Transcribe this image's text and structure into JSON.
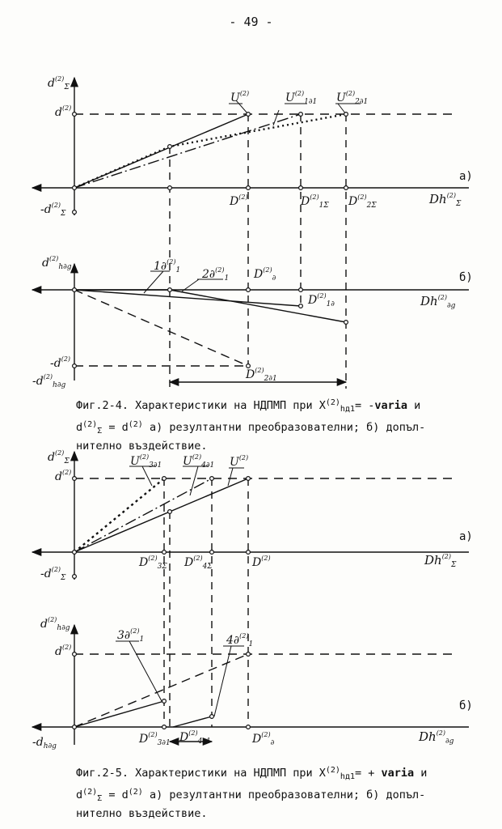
{
  "page_number": "- 49 -",
  "fig1": {
    "panel_a": {
      "tag": "а)",
      "y_axis": "d",
      "y_axis_sup": "(2)",
      "y_axis_sub": "Σ",
      "y_tick": "d",
      "y_tick_sup": "(2)",
      "y_neg": "-d",
      "y_neg_sup": "(2)",
      "y_neg_sub": "Σ",
      "x_axis": "Dh",
      "x_axis_sup": "(2)",
      "x_axis_sub": "Σ",
      "x_D": "D",
      "x_D_sup": "(2)",
      "x_D1": "D",
      "x_D1_sup": "(2)",
      "x_D1_sub": "1Σ",
      "x_D2": "D",
      "x_D2_sup": "(2)",
      "x_D2_sub": "2Σ",
      "line_U": "U",
      "line_U_sup": "(2)",
      "line_U1": "U",
      "line_U1_sup": "(2)",
      "line_U1_sub": "1∂1",
      "line_U2": "U",
      "line_U2_sup": "(2)",
      "line_U2_sub": "2∂1"
    },
    "panel_b": {
      "tag": "б)",
      "y_axis": "d",
      "y_axis_sup": "(2)",
      "y_axis_sub": "h∂g",
      "y_neg1": "-d",
      "y_neg1_sup": "(2)",
      "y_neg2": "-d",
      "y_neg2_sup": "(2)",
      "y_neg2_sub": "h∂g",
      "x_axis": "Dh",
      "x_axis_sup": "(2)",
      "x_axis_sub": "∂g",
      "line_1": "1∂",
      "line_1_sup": "(2)",
      "line_1_sub": "1",
      "line_2": "2∂",
      "line_2_sup": "(2)",
      "line_2_sub": "1",
      "pt_D": "D",
      "pt_D_sup": "(2)",
      "pt_D_sub": "∂",
      "pt_D1": "D",
      "pt_D1_sup": "(2)",
      "pt_D1_sub": "1∂",
      "pt_D2": "D",
      "pt_D2_sup": "(2)",
      "pt_D2_sub": "2∂1"
    },
    "caption": {
      "line1_a": "Фиг.2-4. Характеристики на НДПМП при X",
      "line1_sup": "(2)",
      "line1_sub": "hд1",
      "line1_b": "= -",
      "line1_bold": "varia",
      "line1_c": "  и",
      "line2_a": "d",
      "line2_sup1": "(2)",
      "line2_sub1": "Σ",
      "line2_b": " = d",
      "line2_sup2": "(2)",
      "line2_c": "  а) резултантни преобразователни; б) допъл-",
      "line3": "нително въздействие."
    }
  },
  "fig2": {
    "panel_a": {
      "tag": "а)",
      "y_axis": "d",
      "y_axis_sup": "(2)",
      "y_axis_sub": "Σ",
      "y_tick": "d",
      "y_tick_sup": "(2)",
      "y_neg": "-d",
      "y_neg_sup": "(2)",
      "y_neg_sub": "Σ",
      "x_axis": "Dh",
      "x_axis_sup": "(2)",
      "x_axis_sub": "Σ",
      "x_D3": "D",
      "x_D3_sup": "(2)",
      "x_D3_sub": "3Σ",
      "x_D4": "D",
      "x_D4_sup": "(2)",
      "x_D4_sub": "4Σ",
      "x_D": "D",
      "x_D_sup": "(2)",
      "line_U3": "U",
      "line_U3_sup": "(2)",
      "line_U3_sub": "3∂1",
      "line_U4": "U",
      "line_U4_sup": "(2)",
      "line_U4_sub": "4∂1",
      "line_U": "U",
      "line_U_sup": "(2)"
    },
    "panel_b": {
      "tag": "б)",
      "y_axis": "d",
      "y_axis_sup": "(2)",
      "y_axis_sub": "h∂g",
      "y_tick": "d",
      "y_tick_sup": "(2)",
      "y_neg": "-d",
      "y_neg_sub": "h∂g",
      "x_axis": "Dh",
      "x_axis_sup": "(2)",
      "x_axis_sub": "∂g",
      "line_3": "3∂",
      "line_3_sup": "(2)",
      "line_3_sub": "1",
      "line_4": "4∂",
      "line_4_sup": "(2)",
      "line_4_sub": "1",
      "pt_D3": "D",
      "pt_D3_sup": "(2)",
      "pt_D3_sub": "3∂1",
      "pt_D4": "D",
      "pt_D4_sup": "(2)",
      "pt_D4_sub": "4∂1",
      "pt_D": "D",
      "pt_D_sup": "(2)",
      "pt_D_sub": "∂"
    },
    "caption": {
      "line1_a": "Фиг.2-5. Характеристики на НДПМП при X",
      "line1_sup": "(2)",
      "line1_sub": "hд1",
      "line1_b": "= + ",
      "line1_bold": "varia",
      "line1_c": "  и",
      "line2_a": "d",
      "line2_sup1": "(2)",
      "line2_sub1": "Σ",
      "line2_b": " = d",
      "line2_sup2": "(2)",
      "line2_c": "  а) резултантни преобразователни; б) допъл-",
      "line3": "нително въздействие."
    }
  }
}
